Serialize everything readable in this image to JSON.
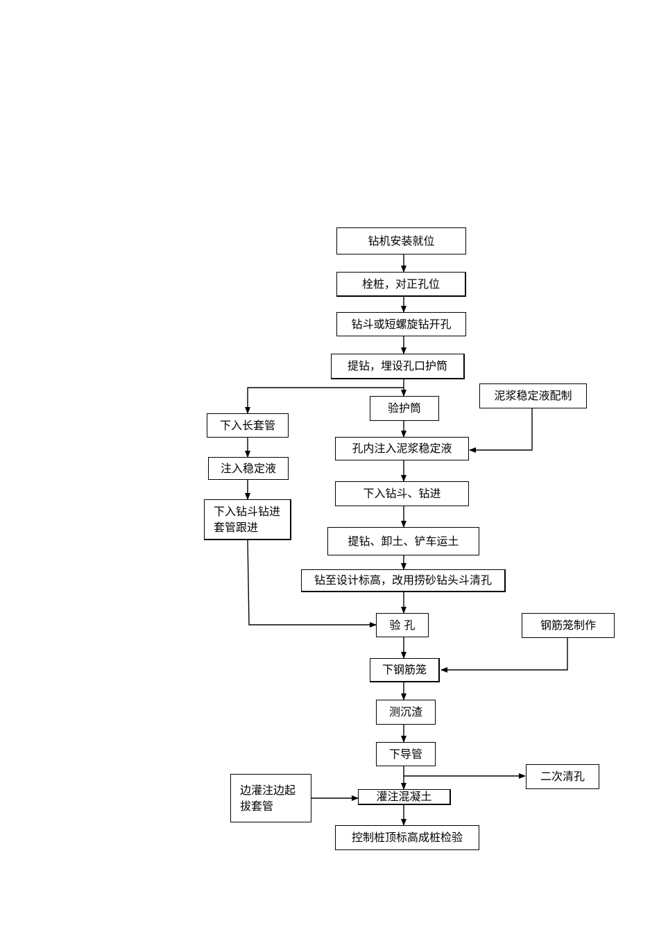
{
  "flowchart": {
    "steps": {
      "s1": "钻机安装就位",
      "s2": "栓桩，对正孔位",
      "s3": "钻斗或短螺旋钻开孔",
      "s4": "提钻，埋设孔口护筒",
      "s5": "验护筒",
      "s6": "泥浆稳定液配制",
      "s7": "孔内注入泥浆稳定液",
      "s8": "下入钻斗、钻进",
      "s9": "提钻、卸土、铲车运土",
      "s10": "钻至设计标高，改用捞砂钻头斗清孔",
      "s11": "验  孔",
      "s12": "钢筋笼制作",
      "s13": "下钢筋笼",
      "s14": "测沉渣",
      "s15": "下导管",
      "s16": "二次清孔",
      "s17": "灌注混凝土",
      "s18": "控制桩顶标高成桩检验"
    },
    "side_branch": {
      "b1": "下入长套管",
      "b2": "注入稳定液",
      "b3": "下入钻斗钻进\n套管跟进",
      "b4": "边灌注边起\n拔套管"
    }
  }
}
